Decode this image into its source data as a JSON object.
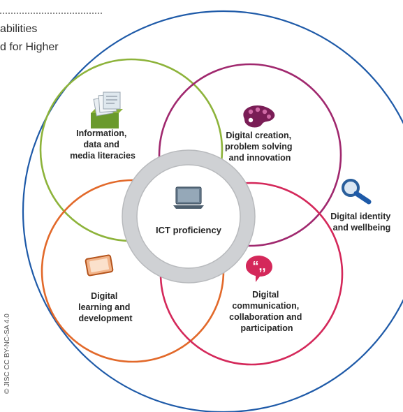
{
  "title": {
    "line1": "abilities",
    "line2": "d for Higher"
  },
  "diagram": {
    "center_label": "ICT proficiency",
    "circles": [
      {
        "label_lines": [
          "Information,",
          "data and",
          "media literacies"
        ],
        "color": "#8db33a",
        "icon": "documents-icon"
      },
      {
        "label_lines": [
          "Digital creation,",
          "problem solving",
          "and innovation"
        ],
        "color": "#a0286e",
        "icon": "paint-palette-icon"
      },
      {
        "label_lines": [
          "Digital",
          "learning and",
          "development"
        ],
        "color": "#e2692a",
        "icon": "tablet-icon"
      },
      {
        "label_lines": [
          "Digital",
          "communication,",
          "collaboration and",
          "participation"
        ],
        "color": "#d4285a",
        "icon": "speech-bubble-icon"
      }
    ],
    "outer": {
      "label_lines": [
        "Digital identity",
        "and wellbeing"
      ],
      "color": "#1e5aa8",
      "icon": "magnifying-glass-icon"
    },
    "center_icon": "laptop-icon"
  },
  "copyright": "© JISC CC BY-NC-SA 4.0"
}
